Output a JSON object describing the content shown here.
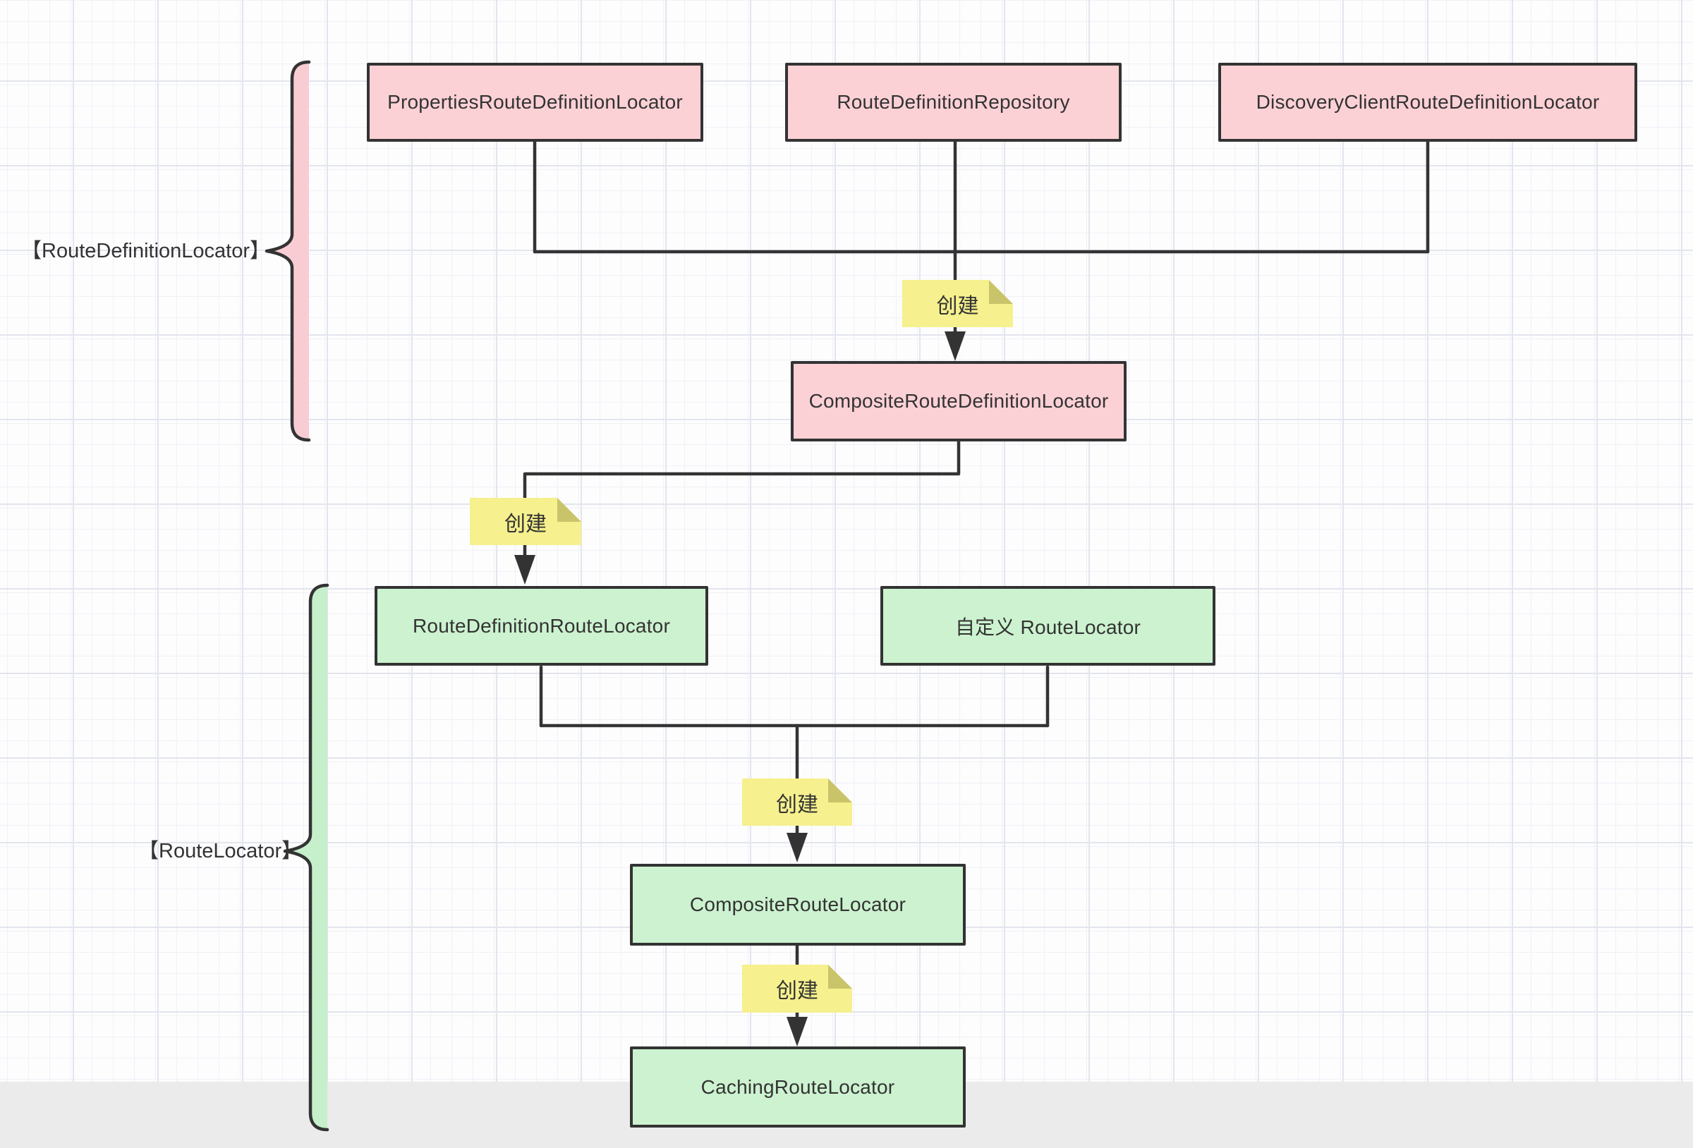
{
  "page": {
    "background_color": "#ffffff",
    "grid_minor_color": "#f0f1f7",
    "grid_major_color": "#e3e5ee",
    "bottom_band_color": "#ebebeb"
  },
  "colors": {
    "line": "#333333",
    "text": "#333333",
    "node_border": "#333333",
    "note_fill": "#f6f08e",
    "note_fold": "#c9c46a",
    "pink_fill": "#fcd1d6",
    "green_fill": "#ccf2cf"
  },
  "braces": [
    {
      "id": "route-definition-locator",
      "label": "【RouteDefinitionLocator】",
      "band_color": "#f9ccd3"
    },
    {
      "id": "route-locator",
      "label": "【RouteLocator】",
      "band_color": "#c6efcb"
    }
  ],
  "nodes": [
    {
      "id": "properties-route-definition-locator",
      "label": "PropertiesRouteDefinitionLocator",
      "fill": "#fcd1d6"
    },
    {
      "id": "route-definition-repository",
      "label": "RouteDefinitionRepository",
      "fill": "#fcd1d6"
    },
    {
      "id": "discovery-client-route-definition-locator",
      "label": "DiscoveryClientRouteDefinitionLocator",
      "fill": "#fcd1d6"
    },
    {
      "id": "composite-route-definition-locator",
      "label": "CompositeRouteDefinitionLocator",
      "fill": "#fcd1d6"
    },
    {
      "id": "route-definition-route-locator",
      "label": "RouteDefinitionRouteLocator",
      "fill": "#ccf2cf"
    },
    {
      "id": "custom-route-locator",
      "label": "自定义 RouteLocator",
      "fill": "#ccf2cf"
    },
    {
      "id": "composite-route-locator",
      "label": "CompositeRouteLocator",
      "fill": "#ccf2cf"
    },
    {
      "id": "caching-route-locator",
      "label": "CachingRouteLocator",
      "fill": "#ccf2cf"
    }
  ],
  "edge_labels": [
    {
      "label": "创建"
    },
    {
      "label": "创建"
    },
    {
      "label": "创建"
    },
    {
      "label": "创建"
    }
  ]
}
